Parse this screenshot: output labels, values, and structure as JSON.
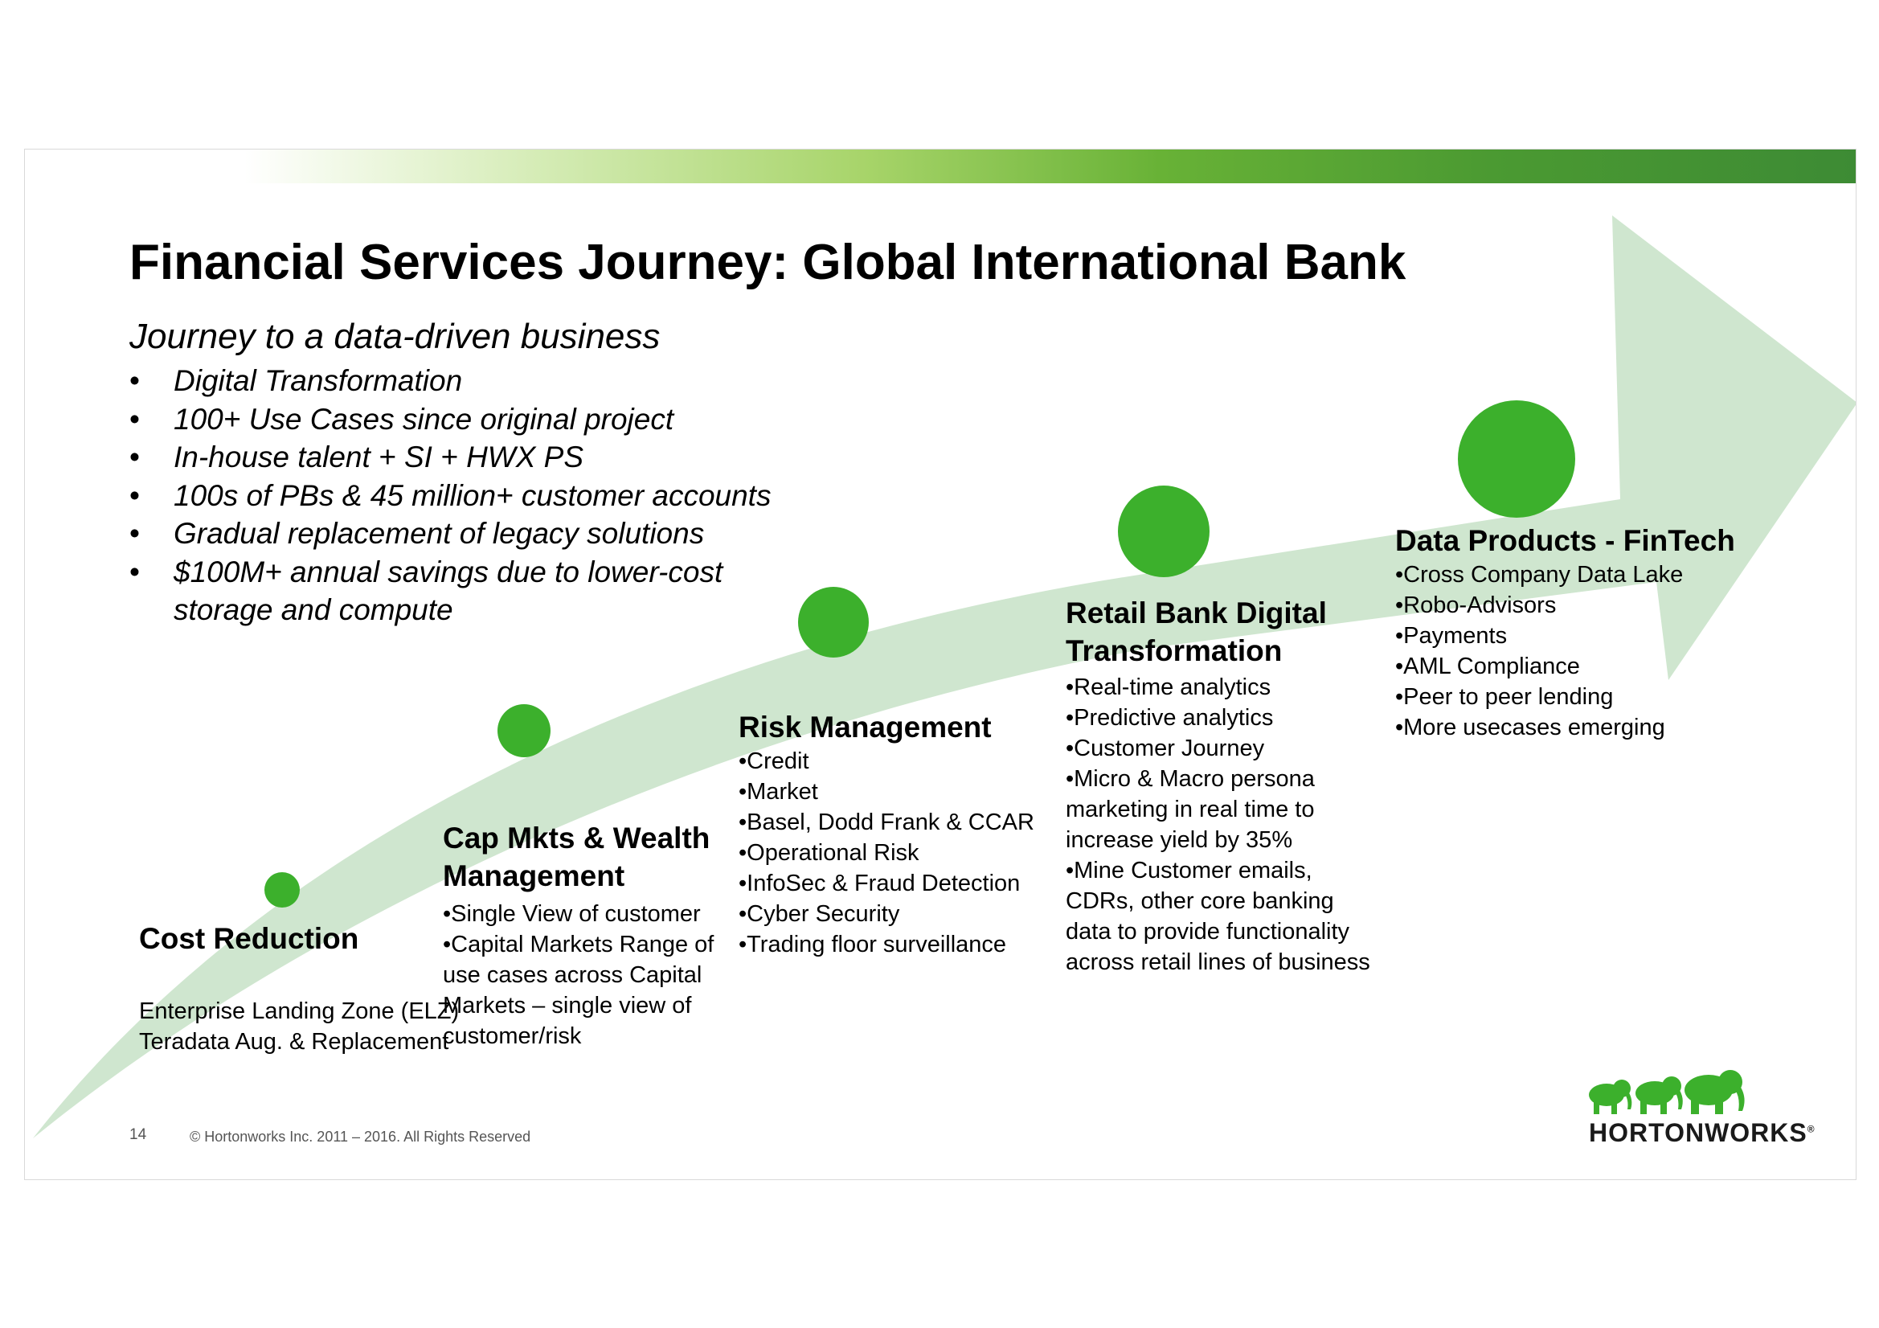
{
  "slide": {
    "title": "Financial Services Journey: Global International Bank",
    "subtitle": "Journey to a data-driven business",
    "bullet_marker": "•",
    "bullets": [
      "Digital Transformation",
      "100+ Use Cases since original project",
      "In-house talent + SI + HWX PS",
      "100s of PBs & 45 million+ customer accounts",
      "Gradual replacement of legacy solutions",
      "$100M+ annual savings due to lower-cost storage and compute"
    ]
  },
  "stages": [
    {
      "title": "Cost Reduction",
      "items": [
        "Enterprise Landing Zone (ELZ)",
        "Teradata Aug. & Replacement"
      ]
    },
    {
      "title": "Cap Mkts & Wealth Management",
      "items": [
        "•Single View of customer",
        "•Capital Markets Range of use cases across Capital Markets – single view of customer/risk"
      ]
    },
    {
      "title": "Risk Management",
      "items": [
        "•Credit",
        "•Market",
        "•Basel, Dodd Frank & CCAR",
        "•Operational Risk",
        "•InfoSec & Fraud Detection",
        "•Cyber Security",
        "•Trading floor surveillance"
      ]
    },
    {
      "title": "Retail Bank Digital Transformation",
      "items": [
        "•Real-time analytics",
        "•Predictive analytics",
        "•Customer Journey",
        "•Micro & Macro persona marketing in real time to increase yield by 35%",
        "•Mine Customer emails, CDRs, other core banking data to provide functionality across retail lines of business"
      ]
    },
    {
      "title": "Data Products - FinTech",
      "items": [
        "•Cross Company Data Lake",
        "•Robo-Advisors",
        "•Payments",
        "•AML Compliance",
        "•Peer to peer lending",
        "•More usecases emerging"
      ]
    }
  ],
  "footer": {
    "page_number": "14",
    "copyright": "© Hortonworks Inc. 2011 – 2016. All Rights Reserved",
    "brand": "HORTONWORKS",
    "brand_mark": "®"
  },
  "colors": {
    "accent_green": "#3cb02c",
    "arrow_fill": "#cfe6cf",
    "header_gradient_end": "#3d8b34"
  },
  "icons": [
    "elephant-logo-icon"
  ]
}
